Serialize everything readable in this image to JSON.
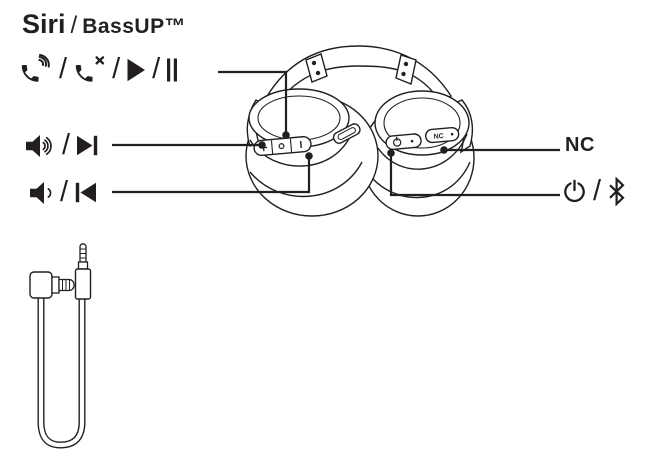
{
  "colors": {
    "ink": "#231f20",
    "paper": "#ffffff"
  },
  "separator": "/",
  "header": {
    "assistant": "Siri",
    "separator": "/",
    "feature": "BassUP™"
  },
  "legends": {
    "multifunction": {
      "icons": [
        "phone-answer-icon",
        "phone-reject-icon",
        "play-icon",
        "pause-icon"
      ]
    },
    "volume_up_next": {
      "icons": [
        "volume-up-icon",
        "next-track-icon"
      ]
    },
    "volume_down_previous": {
      "icons": [
        "volume-down-icon",
        "previous-track-icon"
      ]
    },
    "noise_cancelling": {
      "label": "NC"
    },
    "power_bluetooth": {
      "icons": [
        "power-icon",
        "bluetooth-icon"
      ]
    }
  },
  "device": {
    "nc_button_label": "NC"
  }
}
